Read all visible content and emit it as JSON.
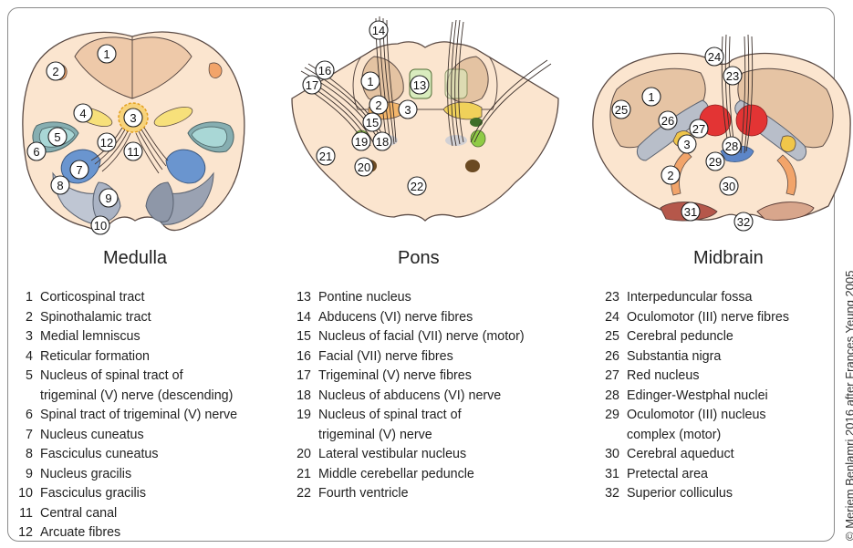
{
  "credit": "© Meriem Benlamri 2016 after Frances Yeung 2005",
  "sections": {
    "medulla": {
      "title": "Medulla",
      "legend": [
        {
          "num": "1",
          "text": "Corticospinal tract"
        },
        {
          "num": "2",
          "text": "Spinothalamic tract"
        },
        {
          "num": "3",
          "text": "Medial lemniscus"
        },
        {
          "num": "4",
          "text": "Reticular formation"
        },
        {
          "num": "5",
          "text": "Nucleus of spinal tract of",
          "cont": "trigeminal (V) nerve (descending)"
        },
        {
          "num": "6",
          "text": "Spinal tract of trigeminal (V) nerve"
        },
        {
          "num": "7",
          "text": "Nucleus cuneatus"
        },
        {
          "num": "8",
          "text": "Fasciculus cuneatus"
        },
        {
          "num": "9",
          "text": "Nucleus gracilis"
        },
        {
          "num": "10",
          "text": "Fasciculus gracilis"
        },
        {
          "num": "11",
          "text": "Central canal"
        },
        {
          "num": "12",
          "text": "Arcuate fibres"
        }
      ]
    },
    "pons": {
      "title": "Pons",
      "legend": [
        {
          "num": "13",
          "text": "Pontine nucleus"
        },
        {
          "num": "14",
          "text": "Abducens (VI) nerve fibres"
        },
        {
          "num": "15",
          "text": "Nucleus of facial (VII) nerve (motor)"
        },
        {
          "num": "16",
          "text": "Facial (VII) nerve fibres"
        },
        {
          "num": "17",
          "text": "Trigeminal (V) nerve fibres"
        },
        {
          "num": "18",
          "text": "Nucleus of abducens (VI) nerve"
        },
        {
          "num": "19",
          "text": "Nucleus of spinal tract of",
          "cont": "trigeminal (V) nerve"
        },
        {
          "num": "20",
          "text": "Lateral vestibular nucleus"
        },
        {
          "num": "21",
          "text": "Middle cerebellar peduncle"
        },
        {
          "num": "22",
          "text": "Fourth ventricle"
        }
      ]
    },
    "midbrain": {
      "title": "Midbrain",
      "legend": [
        {
          "num": "23",
          "text": "Interpeduncular fossa"
        },
        {
          "num": "24",
          "text": "Oculomotor (III) nerve fibres"
        },
        {
          "num": "25",
          "text": "Cerebral peduncle"
        },
        {
          "num": "26",
          "text": "Substantia nigra"
        },
        {
          "num": "27",
          "text": "Red nucleus"
        },
        {
          "num": "28",
          "text": "Edinger-Westphal nuclei"
        },
        {
          "num": "29",
          "text": "Oculomotor (III) nucleus",
          "cont": "complex (motor)"
        },
        {
          "num": "30",
          "text": "Cerebral aqueduct"
        },
        {
          "num": "31",
          "text": "Pretectal area"
        },
        {
          "num": "32",
          "text": "Superior colliculus"
        }
      ]
    }
  },
  "diagram_labels": {
    "medulla": [
      "1",
      "2",
      "3",
      "4",
      "5",
      "6",
      "12",
      "11",
      "7",
      "8",
      "9",
      "10"
    ],
    "pons": [
      "14",
      "16",
      "17",
      "1",
      "13",
      "2",
      "3",
      "15",
      "19",
      "18",
      "21",
      "20",
      "22"
    ],
    "midbrain": [
      "24",
      "23",
      "25",
      "1",
      "26",
      "27",
      "3",
      "28",
      "29",
      "2",
      "30",
      "31",
      "32"
    ]
  }
}
